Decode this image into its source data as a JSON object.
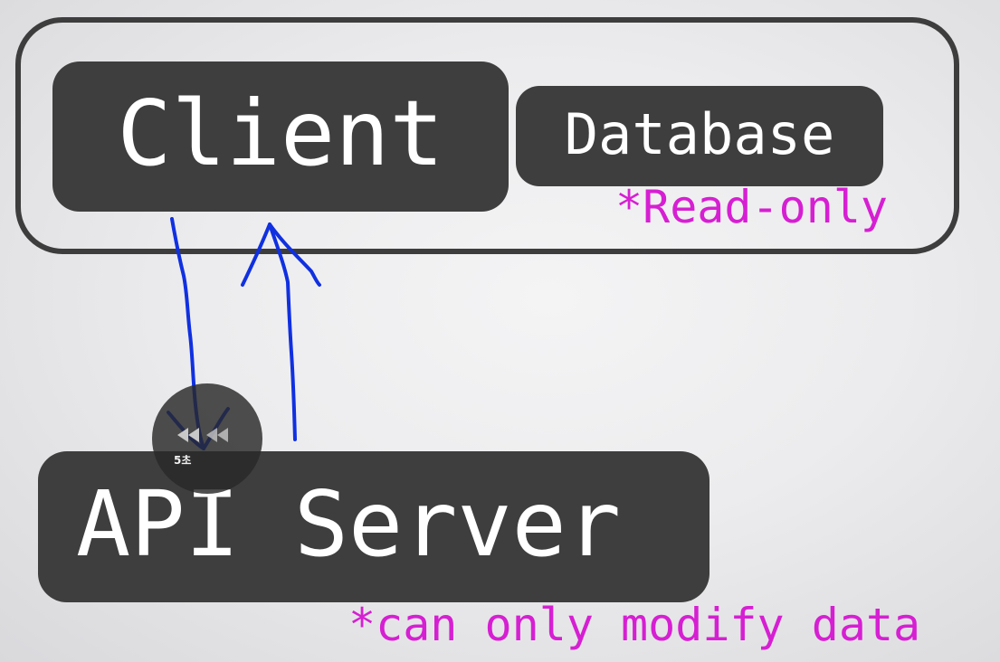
{
  "diagram": {
    "client_label": "Client",
    "database_label": "Database",
    "readonly_note": "*Read-only",
    "api_label": "API Server",
    "api_note": "*can only modify data"
  },
  "player": {
    "rewind_label": "5초",
    "rewind_icon": "rewind-icon"
  },
  "colors": {
    "box_fill": "#3e3e3e",
    "box_text": "#ffffff",
    "note_text": "#d61fd2",
    "annotation_stroke": "#1030e0"
  }
}
